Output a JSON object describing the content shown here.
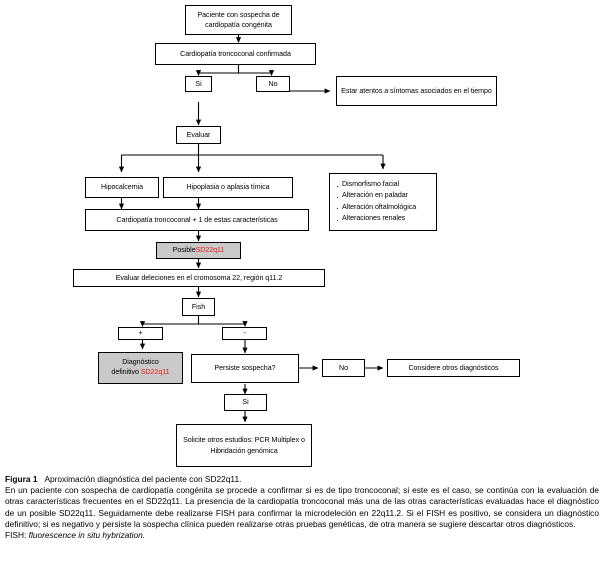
{
  "figure": {
    "nodes": {
      "start": "Paciente con sospecha de cardiopatía congénita",
      "confirmed": "Cardiopatía troncoconal confirmada",
      "yes1": "Si",
      "no1": "No",
      "watch": "Estar atentos a síntomas asociados en el tiempo",
      "evaluate": "Evaluar",
      "hypocalcemia": "Hipocalcemia",
      "thymic": "Hipoplasia o aplasia tímica",
      "features": "Cardiopatía troncoconal + 1 de estas características",
      "possible_prefix": "Posible ",
      "possible_red": "SD22q11",
      "deletions": "Evaluar deleciones en el cromosoma 22, región q11.2",
      "fish": "Fish",
      "plus": "+",
      "minus": "-",
      "definitive_line1": "Diagnóstico",
      "definitive_line2": "definitivo ",
      "definitive_red": "SD22q11",
      "persists": "Persiste sospecha?",
      "no2": "No",
      "other_dx": "Considere otros diagnósticos",
      "yes2": "Si",
      "other_studies": "Solicite otros estudios: PCR Multiplex o Hibridación genómica"
    },
    "bullet_box": [
      "Dismorfismo facial",
      "Alteración en paladar",
      "Alteración oftalmológica",
      "Alteraciones renales"
    ],
    "colors": {
      "highlight_red": "#e8221e",
      "gray_fill": "#c9c9c9",
      "line": "#000000"
    }
  },
  "caption": {
    "label": "Figura 1",
    "title": "Aproximación diagnóstica del paciente con SD22q11.",
    "body": "En un paciente con sospecha de cardiopatía congénita se procede a confirmar si es de tipo troncoconal; si este es el caso, se continúa con la evaluación de otras características frecuentes en el SD22q11. La presencia de la cardiopatía troncoconal más una de las otras características evaluadas hace el diagnóstico de un posible SD22q11. Seguidamente debe realizarse FISH para confirmar la microdeleción en 22q11.2. Si el FISH es positivo, se considera un diagnóstico definitivo; si es negativo y persiste la sospecha clínica pueden realizarse otras pruebas genéticas, de otra manera se sugiere descartar otros diagnósticos.",
    "footnote_label": "FISH: ",
    "footnote_italic": "fluorescence in situ hybrization."
  }
}
